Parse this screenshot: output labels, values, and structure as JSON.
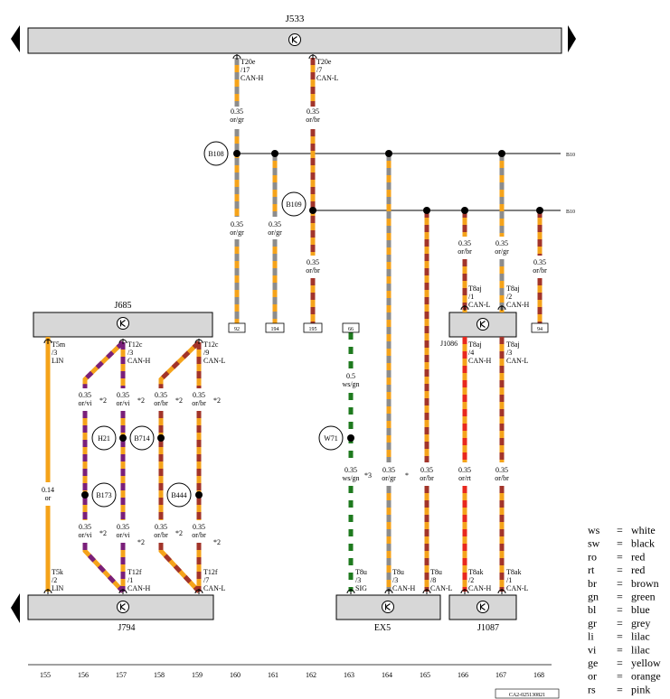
{
  "components": {
    "J533": "J533",
    "J685": "J685",
    "J794": "J794",
    "J1086": "J1086",
    "EX5": "EX5",
    "J1087": "J1087"
  },
  "nodes": {
    "B108": "B108",
    "B109": "B109",
    "H21": "H21",
    "B714": "B714",
    "B173": "B173",
    "B444": "B444",
    "W71": "W71"
  },
  "bus_labels": {
    "b108": "B10",
    "b109": "B10"
  },
  "wire_specs": {
    "a": "0.35\nor/gr",
    "b": "0.35\nor/br",
    "c": "0.35\nor/vi",
    "d": "0.14\nor",
    "e": "0.5\nws/gn",
    "f": "0.35\nws/gn",
    "g": "0.35\nor/rt"
  },
  "connectors": {
    "T20e17": "T20e\n/17\nCAN-H",
    "T20e7": "T20e\n/7\nCAN-L",
    "T5m3": "T5m\n/3\nLIN",
    "T12c3": "T12c\n/3\nCAN-H",
    "T12c9": "T12c\n/9\nCAN-L",
    "T5k2": "T5k\n/2\nLIN",
    "T12f1": "T12f\n/1\nCAN-H",
    "T12f7": "T12f\n/7\nCAN-L",
    "T8aj1": "T8aj\n/1\nCAN-L",
    "T8aj2": "T8aj\n/2\nCAN-H",
    "T8aj4": "T8aj\n/4\nCAN-H",
    "T8aj3": "T8aj\n/3\nCAN-L",
    "T8u3s": "T8u\n/3\nSIG",
    "T8u3h": "T8u\n/3\nCAN-H",
    "T8u8": "T8u\n/8\nCAN-L",
    "T8ak2": "T8ak\n/2\nCAN-H",
    "T8ak1": "T8ak\n/1\nCAN-L"
  },
  "refs": {
    "r92": "92",
    "r194": "194",
    "r195": "195",
    "r66": "66",
    "r94": "94"
  },
  "star_notes": {
    "s2": "*2",
    "s3": "*3",
    "dot": "*"
  },
  "columns": [
    "155",
    "156",
    "157",
    "158",
    "159",
    "160",
    "161",
    "162",
    "163",
    "164",
    "165",
    "166",
    "167",
    "168"
  ],
  "legend": [
    [
      "ws",
      "=",
      "white"
    ],
    [
      "sw",
      "=",
      "black"
    ],
    [
      "ro",
      "=",
      "red"
    ],
    [
      "rt",
      "=",
      "red"
    ],
    [
      "br",
      "=",
      "brown"
    ],
    [
      "gn",
      "=",
      "green"
    ],
    [
      "bl",
      "=",
      "blue"
    ],
    [
      "gr",
      "=",
      "grey"
    ],
    [
      "li",
      "=",
      "lilac"
    ],
    [
      "vi",
      "=",
      "lilac"
    ],
    [
      "ge",
      "=",
      "yellow"
    ],
    [
      "or",
      "=",
      "orange"
    ],
    [
      "rs",
      "=",
      "pink"
    ]
  ],
  "doc_code": "CA2-025130821",
  "colors": {
    "orange": "#f5a31a",
    "grey": "#8c8c8c",
    "brown": "#a2342a",
    "violet": "#7a1f7a",
    "red": "#e8281e",
    "green": "#1e7a1e",
    "white": "#ffffff",
    "module_fill": "#d7d7d7"
  }
}
